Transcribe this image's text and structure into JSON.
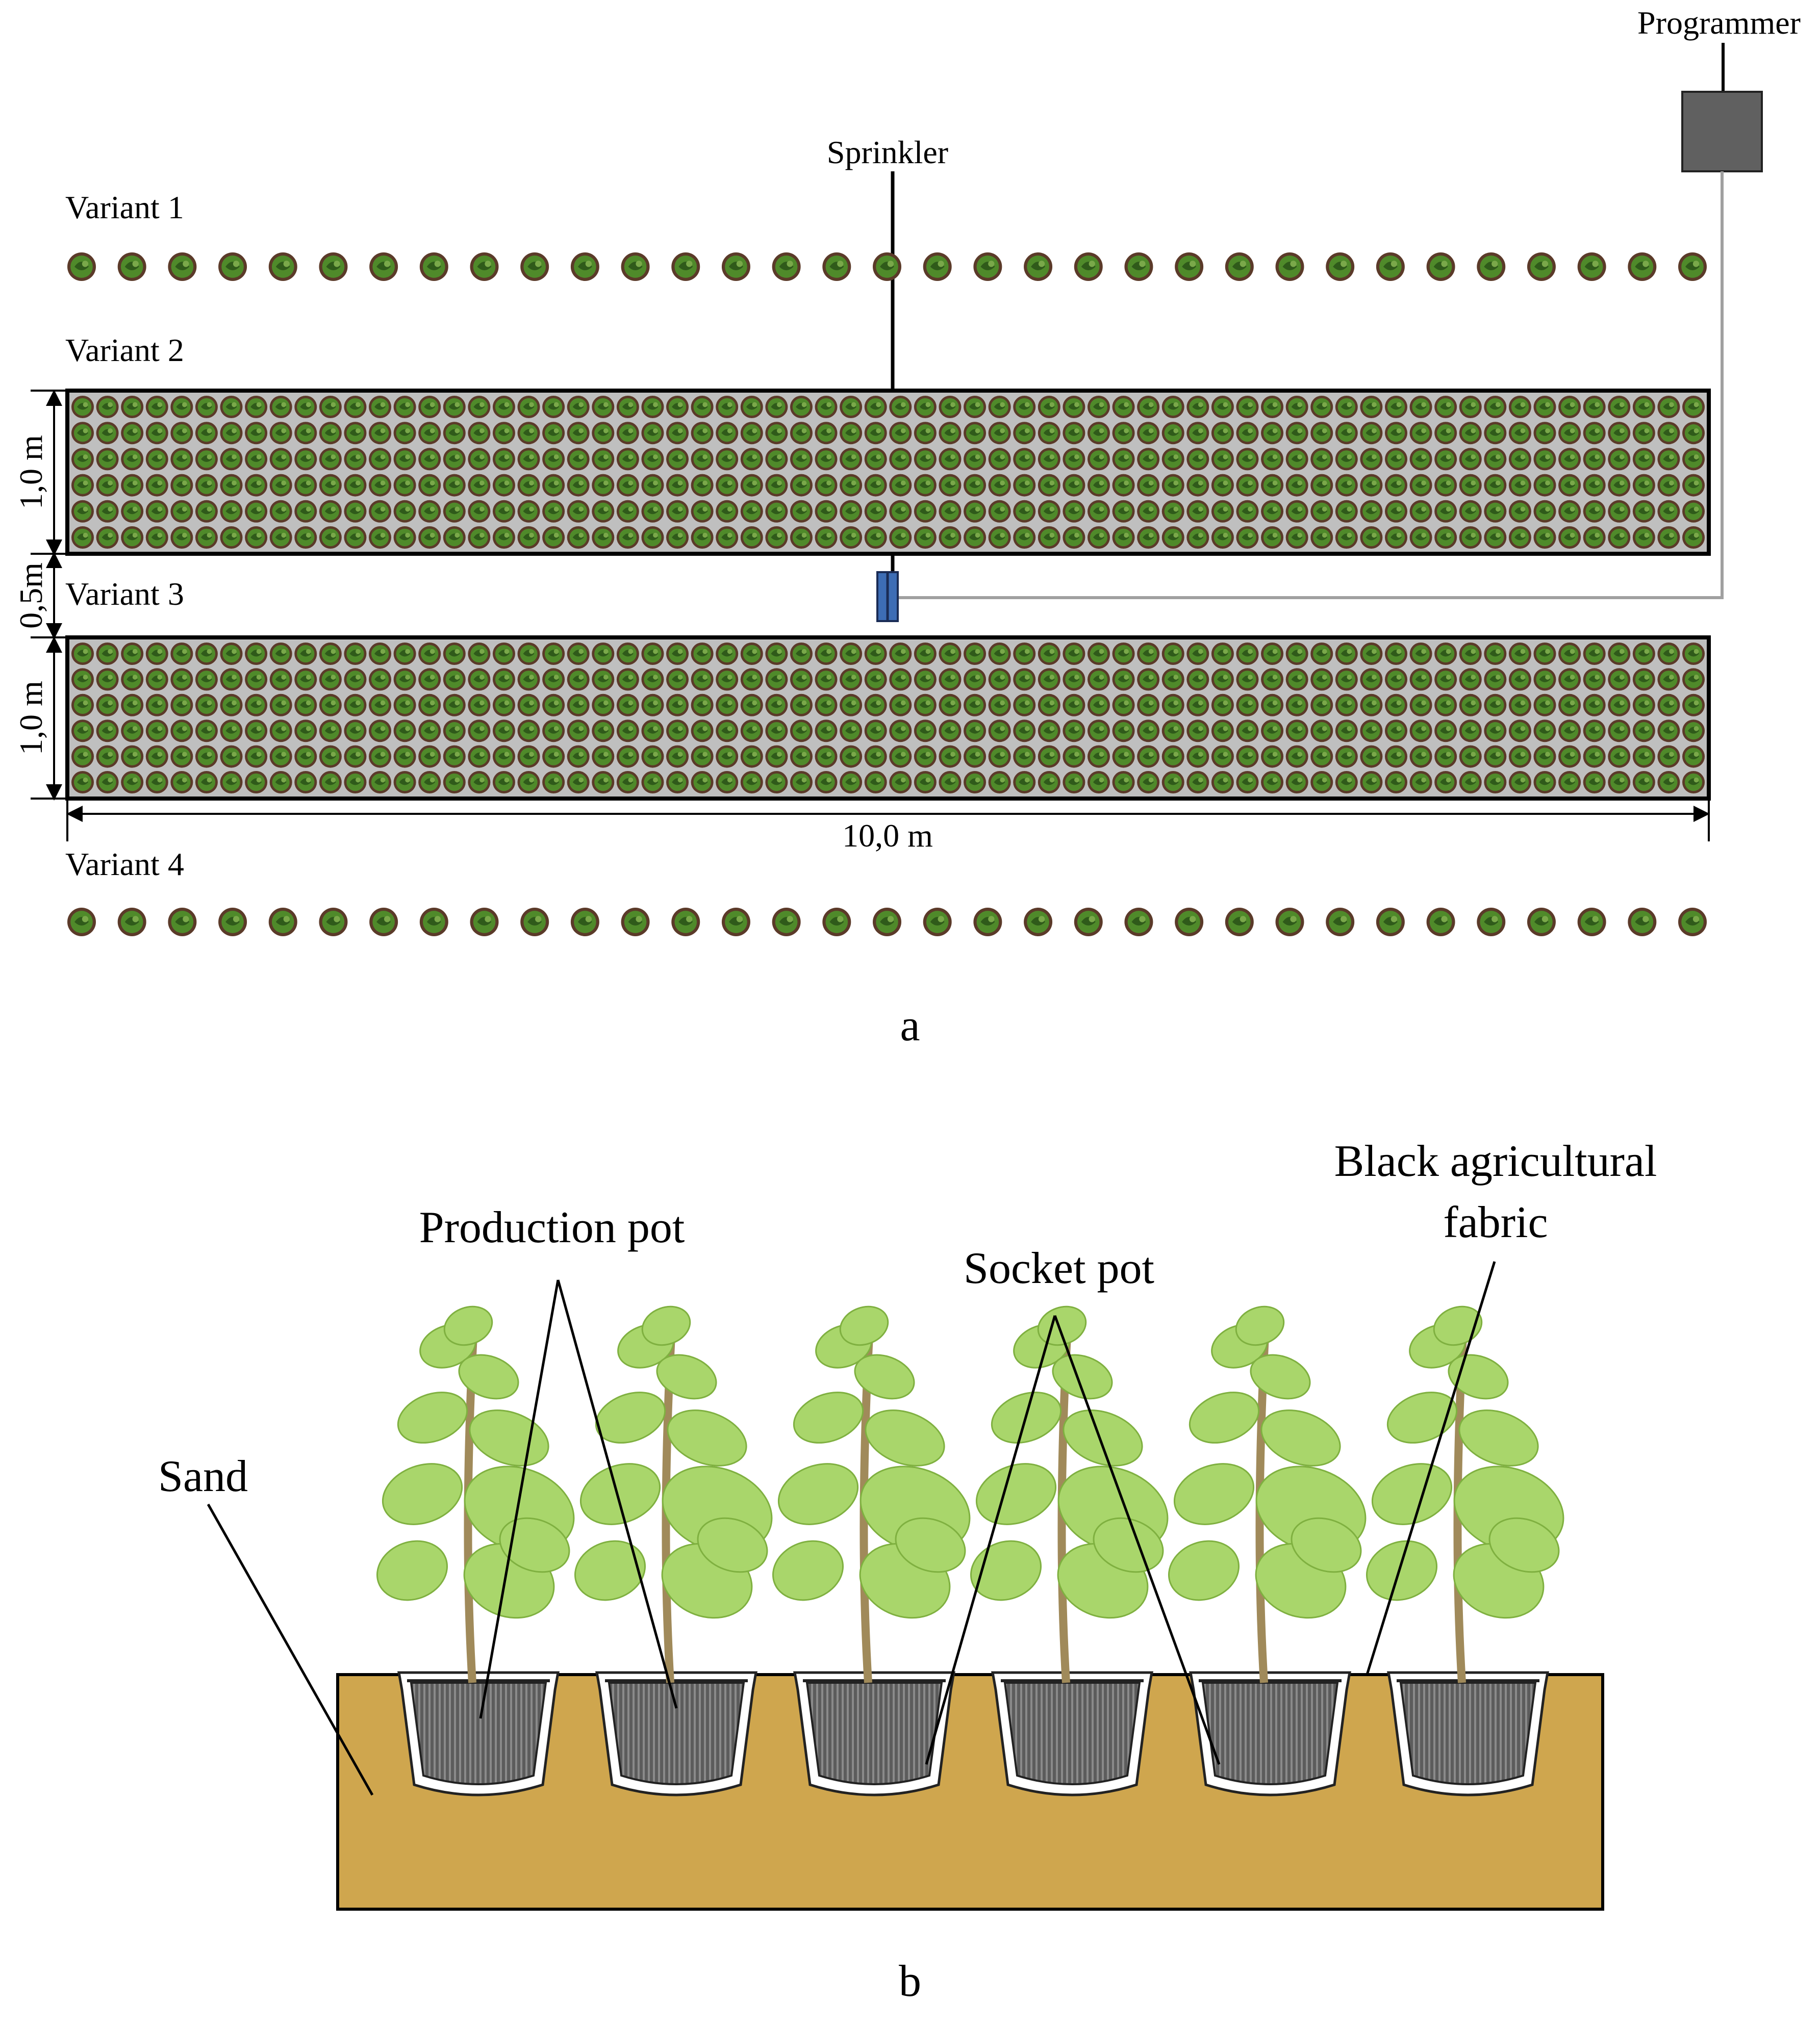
{
  "part_a": {
    "caption": "a",
    "programmer_label": "Programmer",
    "sprinkler_label": "Sprinkler",
    "variants": [
      {
        "label": "Variant 1",
        "layout": "single-row",
        "pots_per_row": 33
      },
      {
        "label": "Variant 2",
        "layout": "bed",
        "rows": 6,
        "pots_per_row": 66
      },
      {
        "label": "Variant 3",
        "layout": "bed",
        "rows": 6,
        "pots_per_row": 66
      },
      {
        "label": "Variant 4",
        "layout": "single-row",
        "pots_per_row": 33
      }
    ],
    "dimensions": {
      "bed_height": "1,0 m",
      "gap": "0,5m",
      "bed_length": "10,0 m"
    },
    "colors": {
      "programmer_box": "#606060",
      "sprinkler_body": "#3d6db5",
      "pipe": "#a0a0a0",
      "bed_fill": "#bfbfbf",
      "plant_pot": "#5b3a29",
      "plant_leaf": "#4f8a2a"
    }
  },
  "part_b": {
    "caption": "b",
    "labels": {
      "production_pot": "Production pot",
      "socket_pot": "Socket pot",
      "fabric_line1": "Black agricultural",
      "fabric_line2": "fabric",
      "sand": "Sand"
    },
    "pot_count": 6,
    "colors": {
      "sand": "#cfa64e",
      "pot": "#5a5a5a",
      "leaf": "#a9d66b",
      "stem": "#a08a5a"
    }
  }
}
